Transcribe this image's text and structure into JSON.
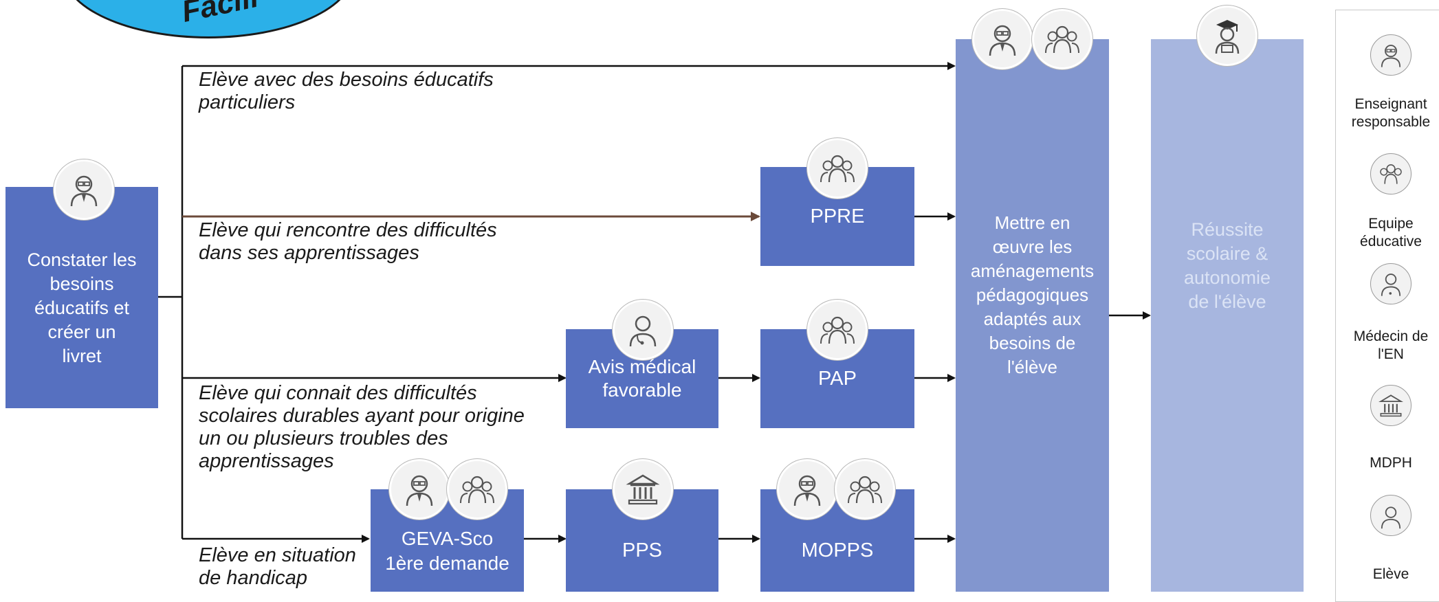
{
  "banner": {
    "text": "Facili"
  },
  "start_box": {
    "lines": [
      "Constater les",
      "besoins",
      "éducatifs et",
      "créer un",
      "livret"
    ]
  },
  "branches": {
    "b1": "Elève avec des besoins éducatifs\nparticuliers",
    "b2": "Elève qui rencontre des difficultés\ndans ses apprentissages",
    "b3": "Elève qui connait des difficultés\nscolaires durables ayant pour origine\nun ou plusieurs troubles des\napprentissages",
    "b4": "Elève en situation\nde handicap"
  },
  "boxes": {
    "ppre": "PPRE",
    "avis": [
      "Avis médical",
      "favorable"
    ],
    "pap": "PAP",
    "geva": [
      "GEVA-Sco",
      "1ère demande"
    ],
    "pps": "PPS",
    "mopps": "MOPPS",
    "mettre": [
      "Mettre en",
      "œuvre les",
      "aménagements",
      "pédagogiques",
      "adaptés aux",
      "besoins de",
      "l'élève"
    ],
    "reussite": [
      "Réussite",
      "scolaire &",
      "autonomie",
      "de l'élève"
    ]
  },
  "legend": {
    "items": [
      {
        "label": "Enseignant\nresponsable",
        "icon": "teacher-icon"
      },
      {
        "label": "Equipe\néducative",
        "icon": "team-icon"
      },
      {
        "label": "Médecin de\nl'EN",
        "icon": "doctor-icon"
      },
      {
        "label": "MDPH",
        "icon": "building-icon"
      },
      {
        "label": "Elève",
        "icon": "student-icon"
      }
    ]
  },
  "colors": {
    "dark_box": "#5670c0",
    "mid_box": "#8296cf",
    "light_box": "#a7b6df",
    "ppre_arrow": "#6b4a3a",
    "banner": "#2bb0e8"
  }
}
